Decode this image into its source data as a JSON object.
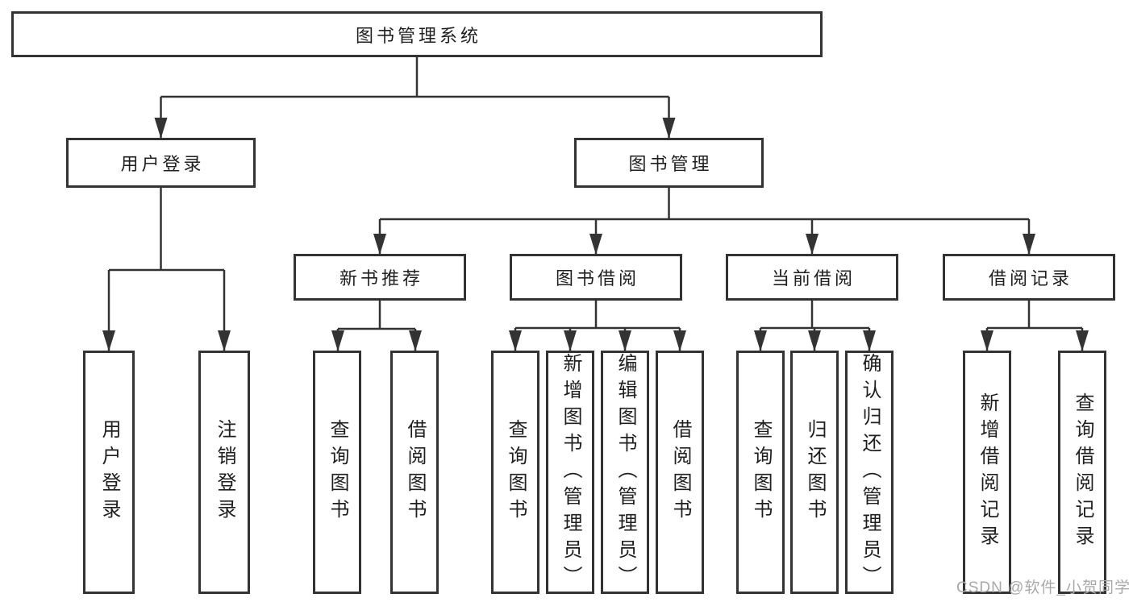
{
  "colors": {
    "line": "#333333",
    "text": "#1f1f1f",
    "box_border": "#333333",
    "background": "#ffffff",
    "watermark": "#a9a9a9"
  },
  "watermark": "CSDN @软件_小贺同学",
  "tree": {
    "root": {
      "label": "图书管理系统",
      "children": [
        {
          "label": "用户登录",
          "children": [
            {
              "label": "用户登录"
            },
            {
              "label": "注销登录"
            }
          ]
        },
        {
          "label": "图书管理",
          "children": [
            {
              "label": "新书推荐",
              "children": [
                {
                  "label": "查询图书"
                },
                {
                  "label": "借阅图书"
                }
              ]
            },
            {
              "label": "图书借阅",
              "children": [
                {
                  "label": "查询图书"
                },
                {
                  "label": "新增图书（管理员）"
                },
                {
                  "label": "编辑图书（管理员）"
                },
                {
                  "label": "借阅图书"
                }
              ]
            },
            {
              "label": "当前借阅",
              "children": [
                {
                  "label": "查询图书"
                },
                {
                  "label": "归还图书"
                },
                {
                  "label": "确认归还（管理员）"
                }
              ]
            },
            {
              "label": "借阅记录",
              "children": [
                {
                  "label": "新增借阅记录"
                },
                {
                  "label": "查询借阅记录"
                }
              ]
            }
          ]
        }
      ]
    }
  }
}
